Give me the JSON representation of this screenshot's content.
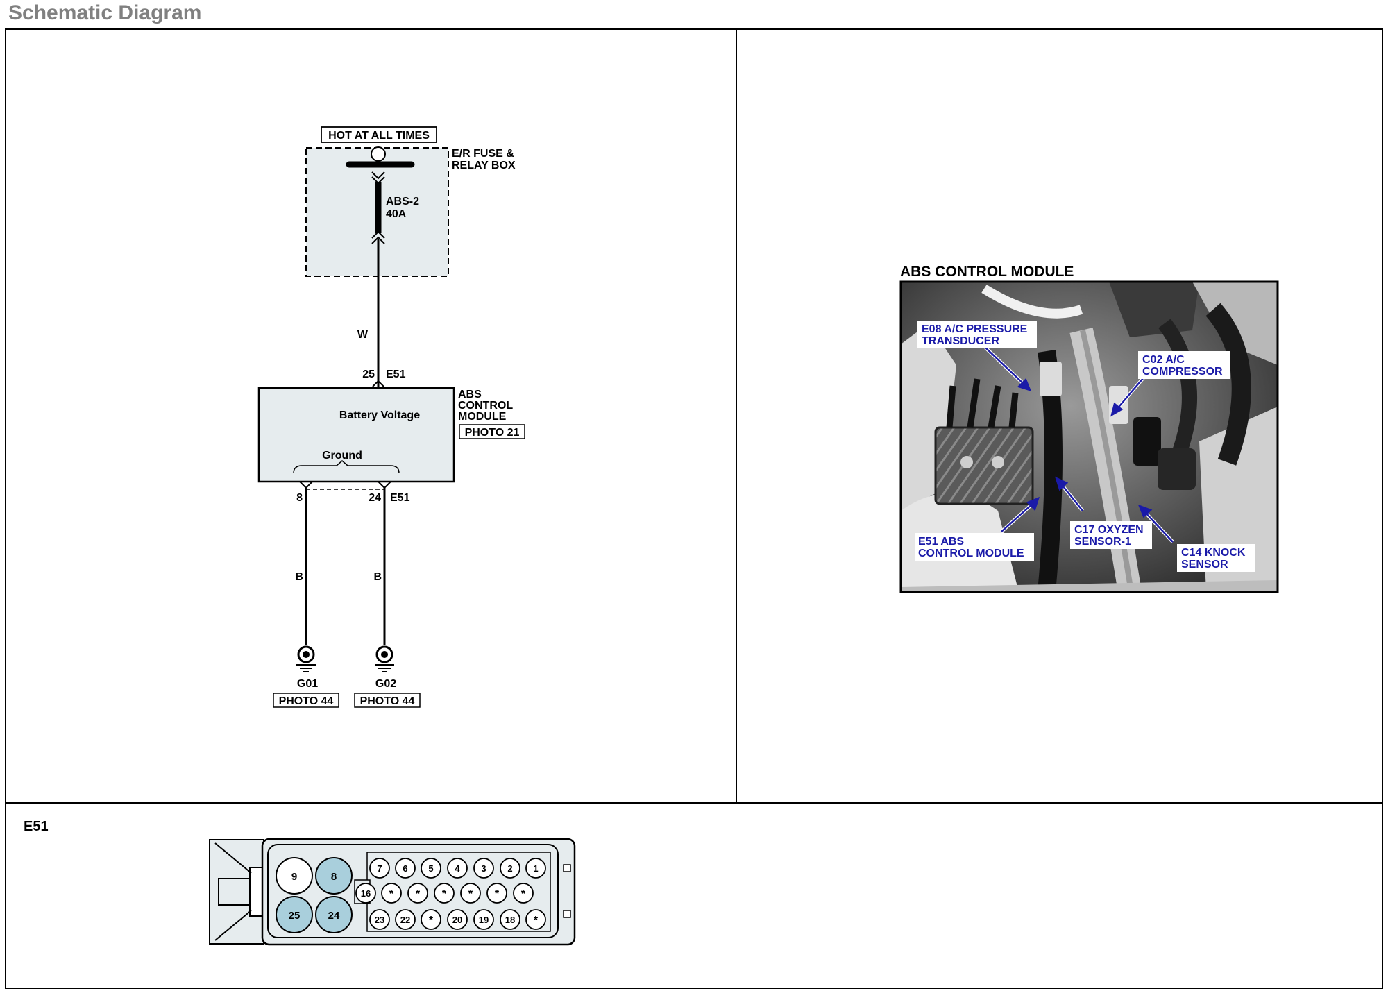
{
  "page_title": "Schematic Diagram",
  "colors": {
    "component_fill": "#e6ecee",
    "pin_highlight": "#a9cfdc",
    "photo_label_text": "#1a1aa8",
    "frame": "#000000",
    "title": "#808080"
  },
  "schematic": {
    "power_label": "HOT AT ALL TIMES",
    "fuse_box_name": [
      "E/R FUSE &",
      "RELAY BOX"
    ],
    "fuse_name": "ABS-2",
    "fuse_rating": "40A",
    "wire_power_color": "W",
    "module_pin_power": "25",
    "module_connector": "E51",
    "module_name": [
      "ABS",
      "CONTROL",
      "MODULE"
    ],
    "module_photo_ref": "PHOTO 21",
    "module_power_function": "Battery Voltage",
    "module_ground_function": "Ground",
    "ground_pin_left": "8",
    "ground_pin_right": "24",
    "ground_connector": "E51",
    "wire_ground_left_color": "B",
    "wire_ground_right_color": "B",
    "ground_left_id": "G01",
    "ground_right_id": "G02",
    "ground_left_photo": "PHOTO 44",
    "ground_right_photo": "PHOTO 44"
  },
  "photo": {
    "title": "ABS CONTROL MODULE",
    "labels": {
      "e08": [
        "E08 A/C PRESSURE",
        "TRANSDUCER"
      ],
      "c02": [
        "C02 A/C",
        "COMPRESSOR"
      ],
      "e51": [
        "E51 ABS",
        "CONTROL MODULE"
      ],
      "c17": [
        "C17 OXYZEN",
        "SENSOR-1"
      ],
      "c14": [
        "C14 KNOCK",
        "SENSOR"
      ]
    }
  },
  "connector": {
    "id": "E51",
    "large_pins": [
      {
        "label": "9",
        "highlight": false
      },
      {
        "label": "8",
        "highlight": true
      },
      {
        "label": "25",
        "highlight": true
      },
      {
        "label": "24",
        "highlight": true
      }
    ],
    "row1": [
      "7",
      "6",
      "5",
      "4",
      "3",
      "2",
      "1"
    ],
    "row2": [
      "16",
      "*",
      "*",
      "*",
      "*",
      "*",
      "*"
    ],
    "row3": [
      "23",
      "22",
      "*",
      "20",
      "19",
      "18",
      "*"
    ]
  }
}
